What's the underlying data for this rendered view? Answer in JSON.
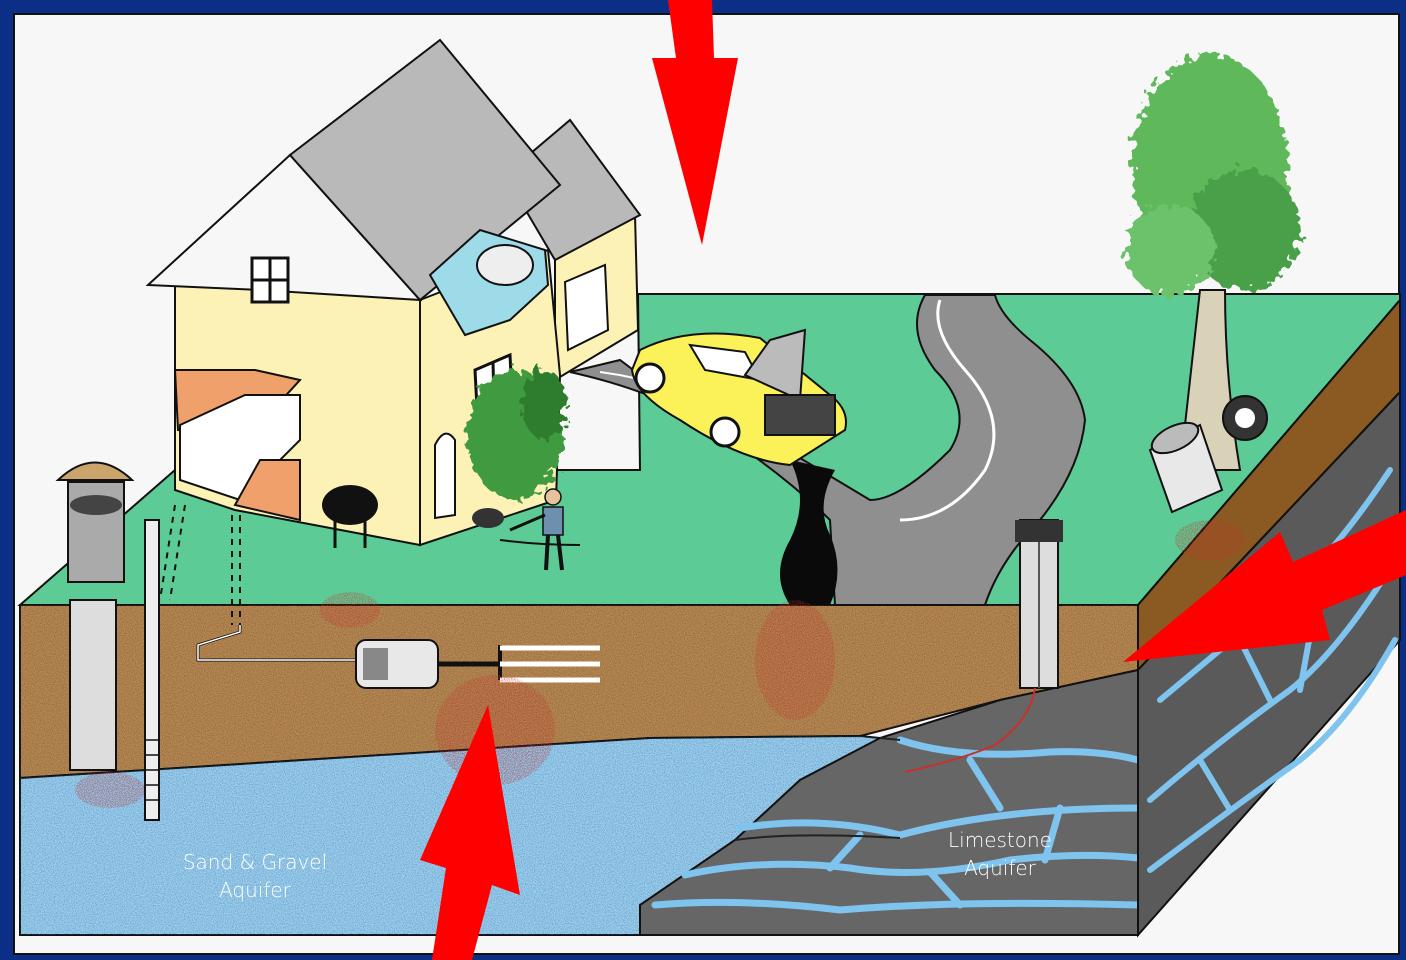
{
  "labels": {
    "sand_gravel": {
      "line1": "Sand & Gravel",
      "line2": "Aquifer"
    },
    "limestone": {
      "line1": "Limestone",
      "line2": "Aquifer"
    }
  },
  "colors": {
    "frame_blue": "#0b2f86",
    "panel_bg": "#f7f7f7",
    "grass": "#5ccb95",
    "soil": "#b98a55",
    "groundwater": "#9fd0ee",
    "limestone_rock": "#666666",
    "fracture_water": "#7fc3ef",
    "road": "#8f8f8f",
    "house_wall": "#fcf2b6",
    "roof": "#b9b9b9",
    "car": "#fbf25a",
    "tree_foliage": "#5fb85a",
    "contamination": "#c8302a",
    "arrow": "#ff0000"
  },
  "icons": [
    "house-icon",
    "car-icon",
    "tree-icon",
    "well-icon",
    "barrel-icon",
    "grill-icon",
    "person-mowing-icon",
    "shrub-icon",
    "septic-tank-icon",
    "storm-drain-icon"
  ]
}
